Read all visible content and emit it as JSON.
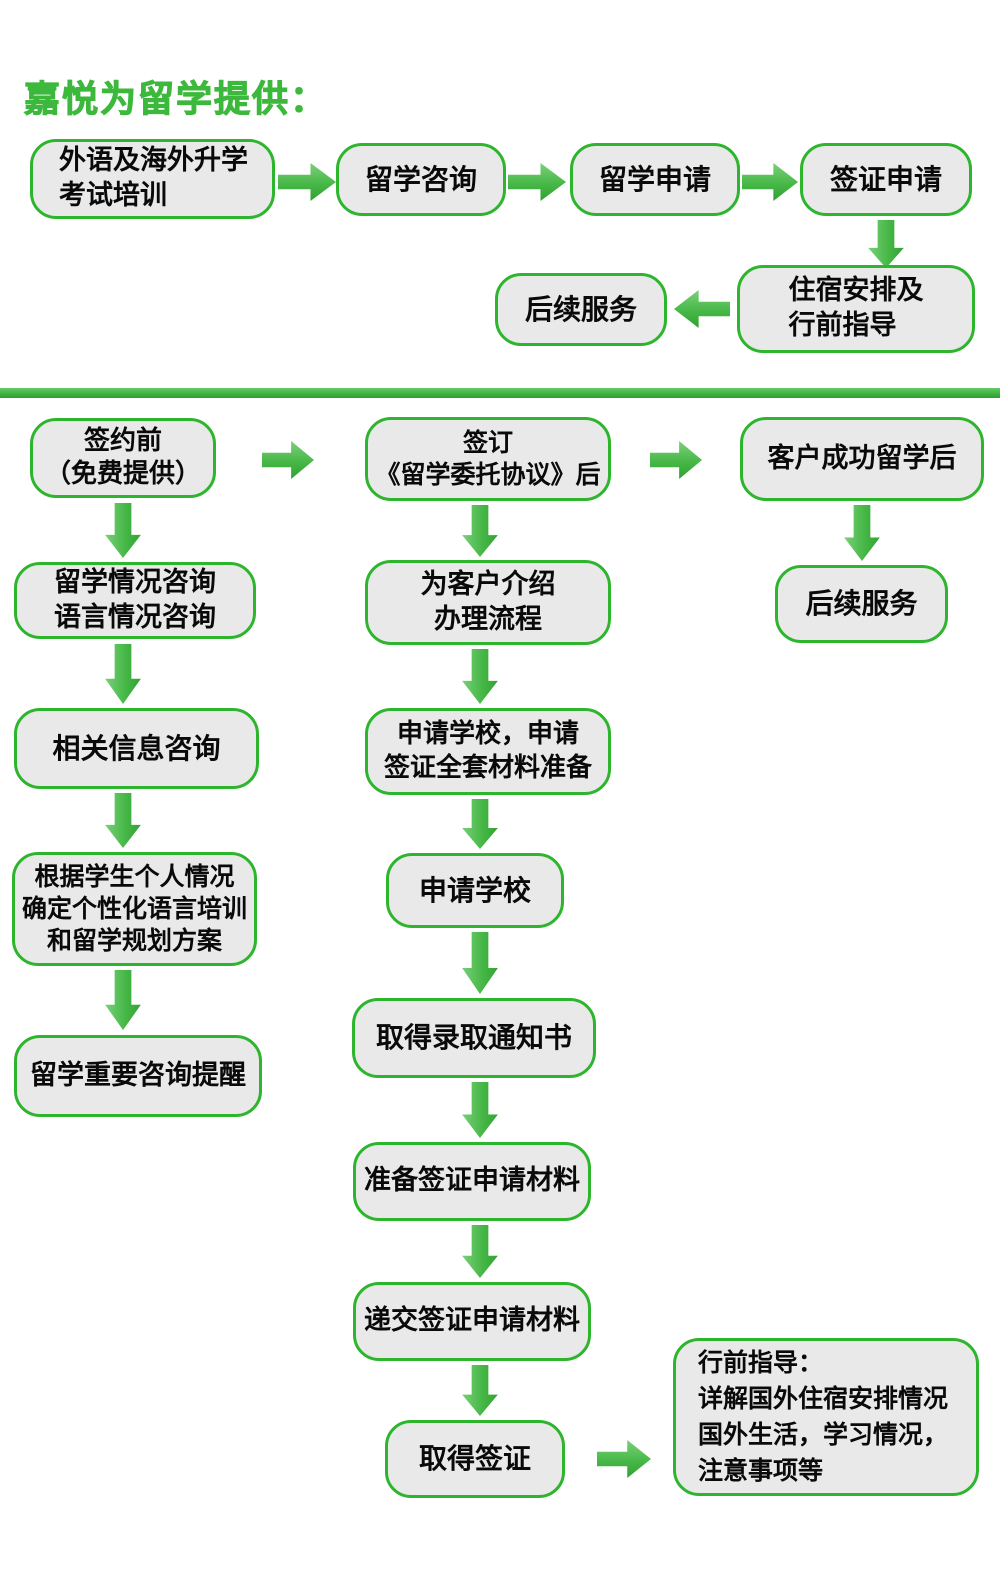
{
  "title": "嘉悦为留学提供：",
  "colors": {
    "accent_green": "#3cb93c",
    "box_border_green": "#2db52d",
    "box_fill_grey": "#e9e9e9",
    "arrow_green": "#47b847",
    "text_black": "#0a0a0a"
  },
  "top_flow": {
    "training": {
      "lines": [
        "外语及海外升学",
        "考试培训"
      ]
    },
    "consulting": {
      "label": "留学咨询"
    },
    "application": {
      "label": "留学申请"
    },
    "visa": {
      "label": "签证申请"
    },
    "housing": {
      "lines": [
        "住宿安排及",
        "行前指导"
      ]
    },
    "followup": {
      "label": "后续服务"
    }
  },
  "process": {
    "pre_sign": {
      "stage": {
        "lines": [
          "签约前",
          "（免费提供）"
        ]
      },
      "steps": [
        {
          "lines": [
            "留学情况咨询",
            "语言情况咨询"
          ]
        },
        {
          "label": "相关信息咨询"
        },
        {
          "lines": [
            "根据学生个人情况",
            "确定个性化语言培训",
            "和留学规划方案"
          ]
        },
        {
          "label": "留学重要咨询提醒"
        }
      ]
    },
    "after_sign": {
      "stage": {
        "lines": [
          "签订",
          "《留学委托协议》后"
        ]
      },
      "steps": [
        {
          "lines": [
            "为客户介绍",
            "办理流程"
          ]
        },
        {
          "lines": [
            "申请学校，申请",
            "签证全套材料准备"
          ]
        },
        {
          "label": "申请学校"
        },
        {
          "label": "取得录取通知书"
        },
        {
          "label": "准备签证申请材料"
        },
        {
          "label": "递交签证申请材料"
        },
        {
          "label": "取得签证"
        }
      ],
      "guidance": {
        "lines": [
          "行前指导：",
          "详解国外住宿安排情况",
          "国外生活，学习情况，",
          "注意事项等"
        ]
      }
    },
    "after_abroad": {
      "stage": {
        "label": "客户成功留学后"
      },
      "steps": [
        {
          "label": "后续服务"
        }
      ]
    }
  }
}
